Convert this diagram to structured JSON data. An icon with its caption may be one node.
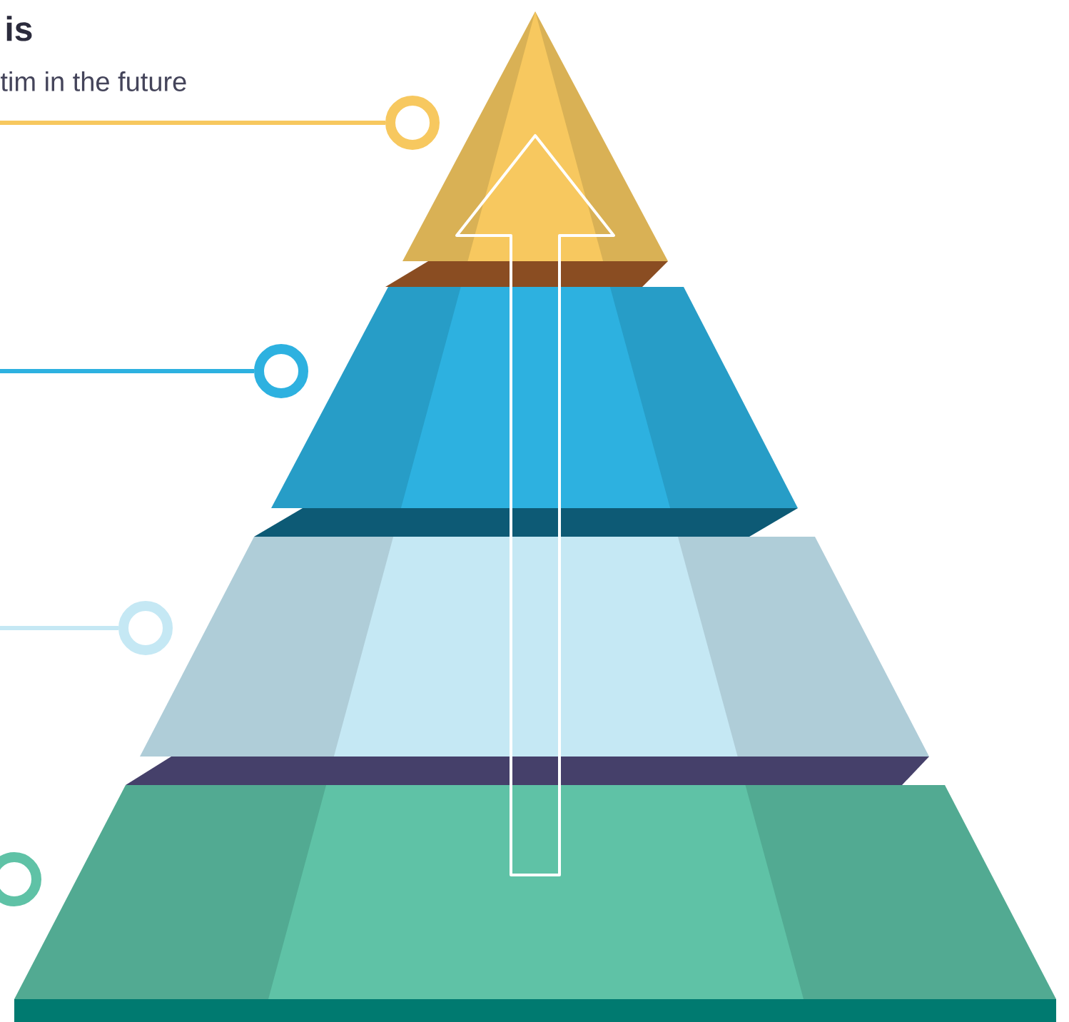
{
  "diagram": {
    "nodes": [
      {
        "text": [],
        "shape": "triangle"
      },
      {
        "text": [],
        "shape": "trapezoid"
      },
      {
        "text": [],
        "shape": "trapezoid"
      },
      {
        "text": [],
        "shape": "trapezoid"
      },
      {
        "text": [],
        "shape": "circle"
      },
      {
        "text": [],
        "shape": "circle"
      },
      {
        "text": [],
        "shape": "circle"
      },
      {
        "text": [],
        "shape": "circle"
      }
    ],
    "edges": [
      {
        "from": null,
        "to": 4,
        "arrow": "none",
        "color": "#f7c85f"
      },
      {
        "from": null,
        "to": 5,
        "arrow": "none",
        "color": "#2db1e0"
      },
      {
        "from": null,
        "to": 6,
        "arrow": "none",
        "color": "#c5e8f4"
      }
    ],
    "labels": [
      "is",
      "tim in the future"
    ]
  }
}
